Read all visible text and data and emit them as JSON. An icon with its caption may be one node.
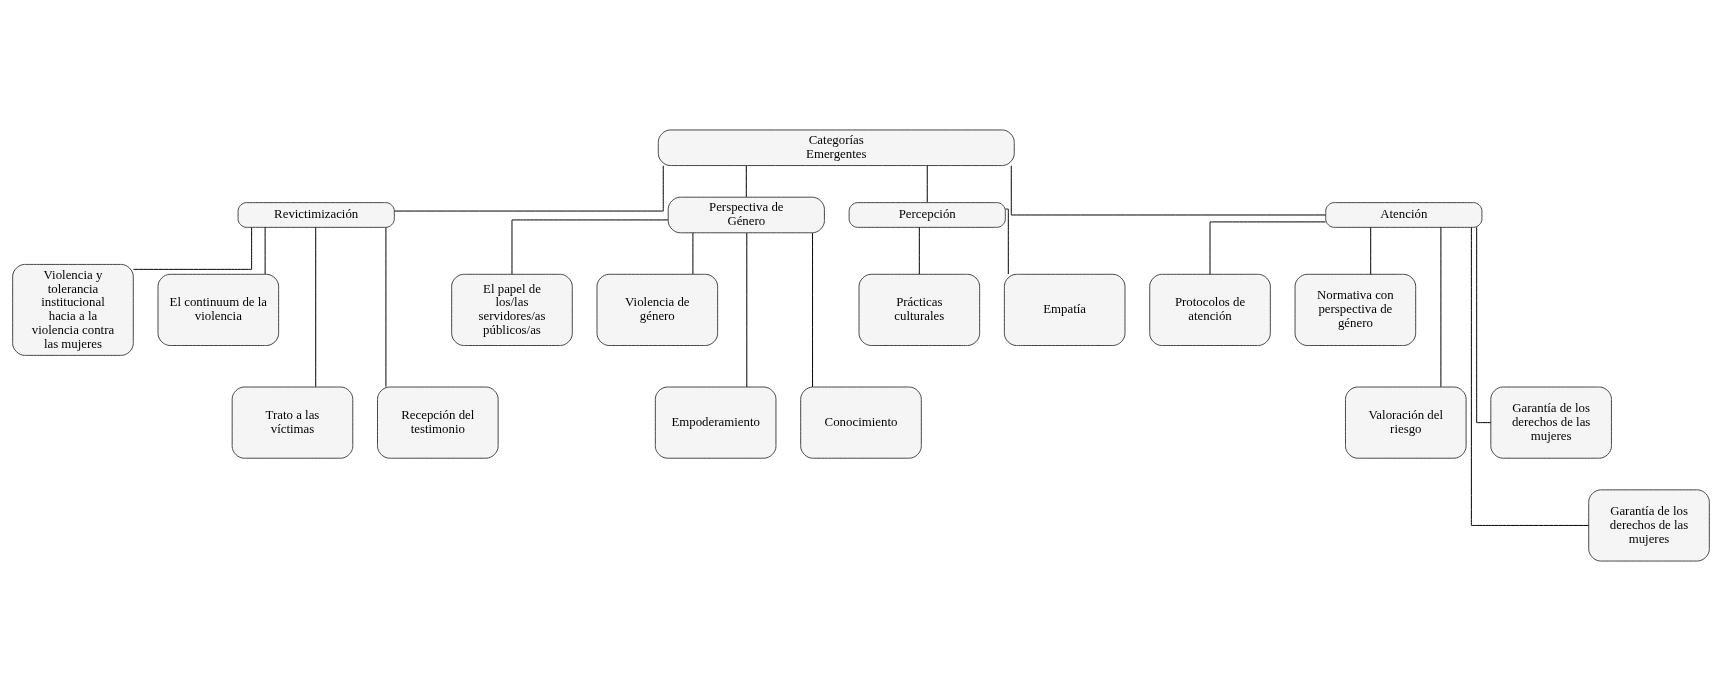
{
  "diagram": {
    "nodes": [
      {
        "text": [
          "Categorías Emergentes"
        ]
      },
      {
        "text": [
          "Revictimización"
        ]
      },
      {
        "text": [
          "Perspectiva de Género"
        ]
      },
      {
        "text": [
          "Percepción"
        ]
      },
      {
        "text": [
          "Atención"
        ]
      },
      {
        "text": [
          "Violencia y tolerancia institucional hacia a la violencia contra las mujeres"
        ]
      },
      {
        "text": [
          "El continuum de la violencia"
        ]
      },
      {
        "text": [
          "Trato a las víctimas"
        ]
      },
      {
        "text": [
          "Recepción del testimonio"
        ]
      },
      {
        "text": [
          "El papel de los/las servidores/as públicos/as"
        ]
      },
      {
        "text": [
          "Violencia de género"
        ]
      },
      {
        "text": [
          "Empoderamiento"
        ]
      },
      {
        "text": [
          "Conocimiento"
        ]
      },
      {
        "text": [
          "Prácticas culturales"
        ]
      },
      {
        "text": [
          "Empatía"
        ]
      },
      {
        "text": [
          "Protocolos de atención"
        ]
      },
      {
        "text": [
          "Normativa con perspectiva de género"
        ]
      },
      {
        "text": [
          "Valoración del riesgo"
        ]
      },
      {
        "text": [
          "Garantía de los derechos de las mujeres"
        ]
      },
      {
        "text": [
          "Garantía de los derechos de las mujeres"
        ]
      }
    ],
    "edges": [
      {
        "from": 0,
        "to": 1,
        "arrow": "none"
      },
      {
        "from": 0,
        "to": 2,
        "arrow": "none"
      },
      {
        "from": 0,
        "to": 3,
        "arrow": "none"
      },
      {
        "from": 0,
        "to": 4,
        "arrow": "none"
      },
      {
        "from": 1,
        "to": 5,
        "arrow": "none"
      },
      {
        "from": 1,
        "to": 6,
        "arrow": "none"
      },
      {
        "from": 1,
        "to": 7,
        "arrow": "none"
      },
      {
        "from": 1,
        "to": 8,
        "arrow": "none"
      },
      {
        "from": 2,
        "to": 9,
        "arrow": "none"
      },
      {
        "from": 2,
        "to": 10,
        "arrow": "none"
      },
      {
        "from": 2,
        "to": 11,
        "arrow": "none"
      },
      {
        "from": 2,
        "to": 12,
        "arrow": "none"
      },
      {
        "from": 3,
        "to": 13,
        "arrow": "none"
      },
      {
        "from": 3,
        "to": 14,
        "arrow": "none"
      },
      {
        "from": 4,
        "to": 15,
        "arrow": "none"
      },
      {
        "from": 4,
        "to": 16,
        "arrow": "none"
      },
      {
        "from": 4,
        "to": 17,
        "arrow": "none"
      },
      {
        "from": 4,
        "to": 18,
        "arrow": "none"
      },
      {
        "from": 4,
        "to": 19,
        "arrow": "none"
      }
    ]
  }
}
